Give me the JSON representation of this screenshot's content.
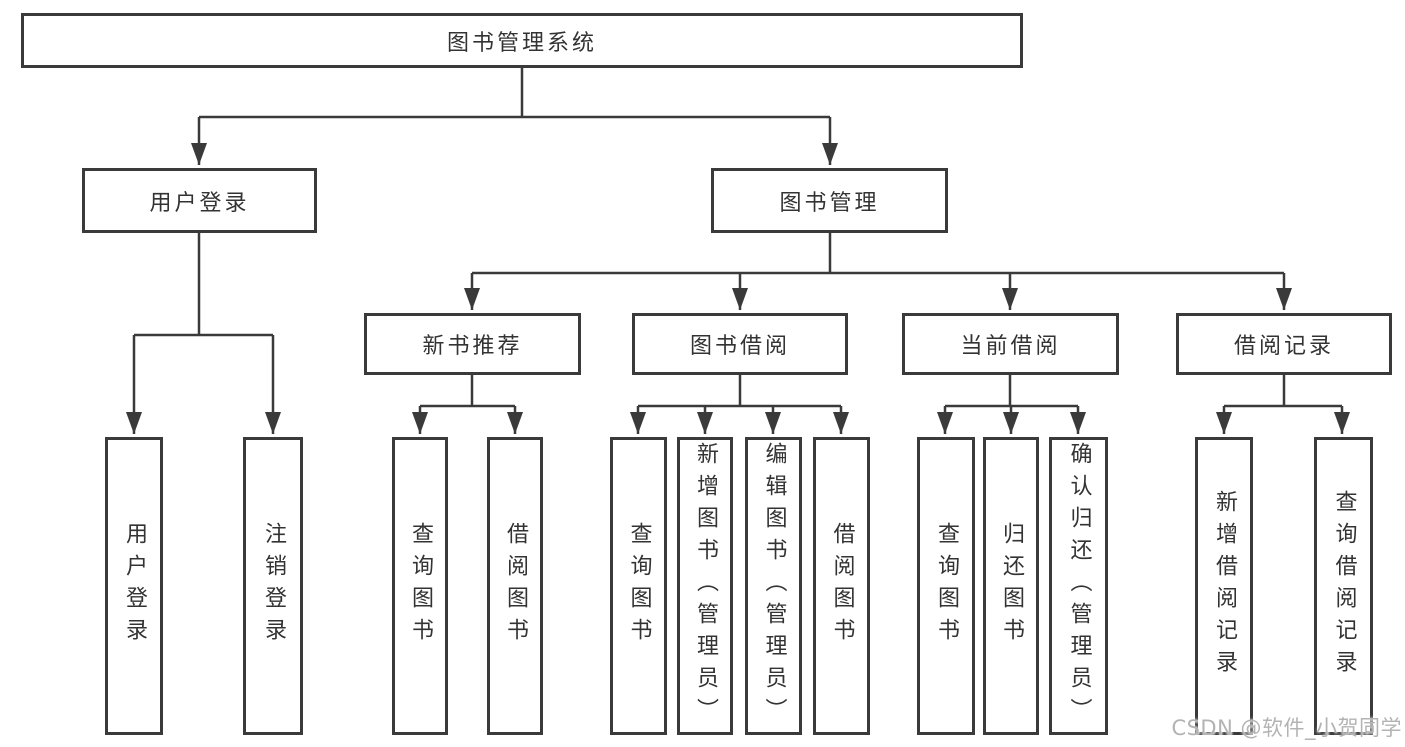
{
  "diagram": {
    "title": "图书管理系统",
    "level2": [
      {
        "id": "user-login",
        "label": "用户登录"
      },
      {
        "id": "book-management",
        "label": "图书管理"
      }
    ],
    "level3": [
      {
        "id": "new-book-recommend",
        "label": "新书推荐"
      },
      {
        "id": "book-borrow",
        "label": "图书借阅"
      },
      {
        "id": "current-borrow",
        "label": "当前借阅"
      },
      {
        "id": "borrow-record",
        "label": "借阅记录"
      }
    ],
    "leaves": {
      "user_login": [
        "用户登录",
        "注销登录"
      ],
      "new_book_recommend": [
        "查询图书",
        "借阅图书"
      ],
      "book_borrow": [
        "查询图书",
        "新增图书（管理员）",
        "编辑图书（管理员）",
        "借阅图书"
      ],
      "current_borrow": [
        "查询图书",
        "归还图书",
        "确认归还（管理员）"
      ],
      "borrow_record": [
        "新增借阅记录",
        "查询借阅记录"
      ]
    },
    "watermark": "CSDN @软件_小贺同学",
    "colors": {
      "line": "#3a3a3a",
      "text": "#333333",
      "watermark": "#b3b3b3",
      "background": "#ffffff"
    }
  }
}
